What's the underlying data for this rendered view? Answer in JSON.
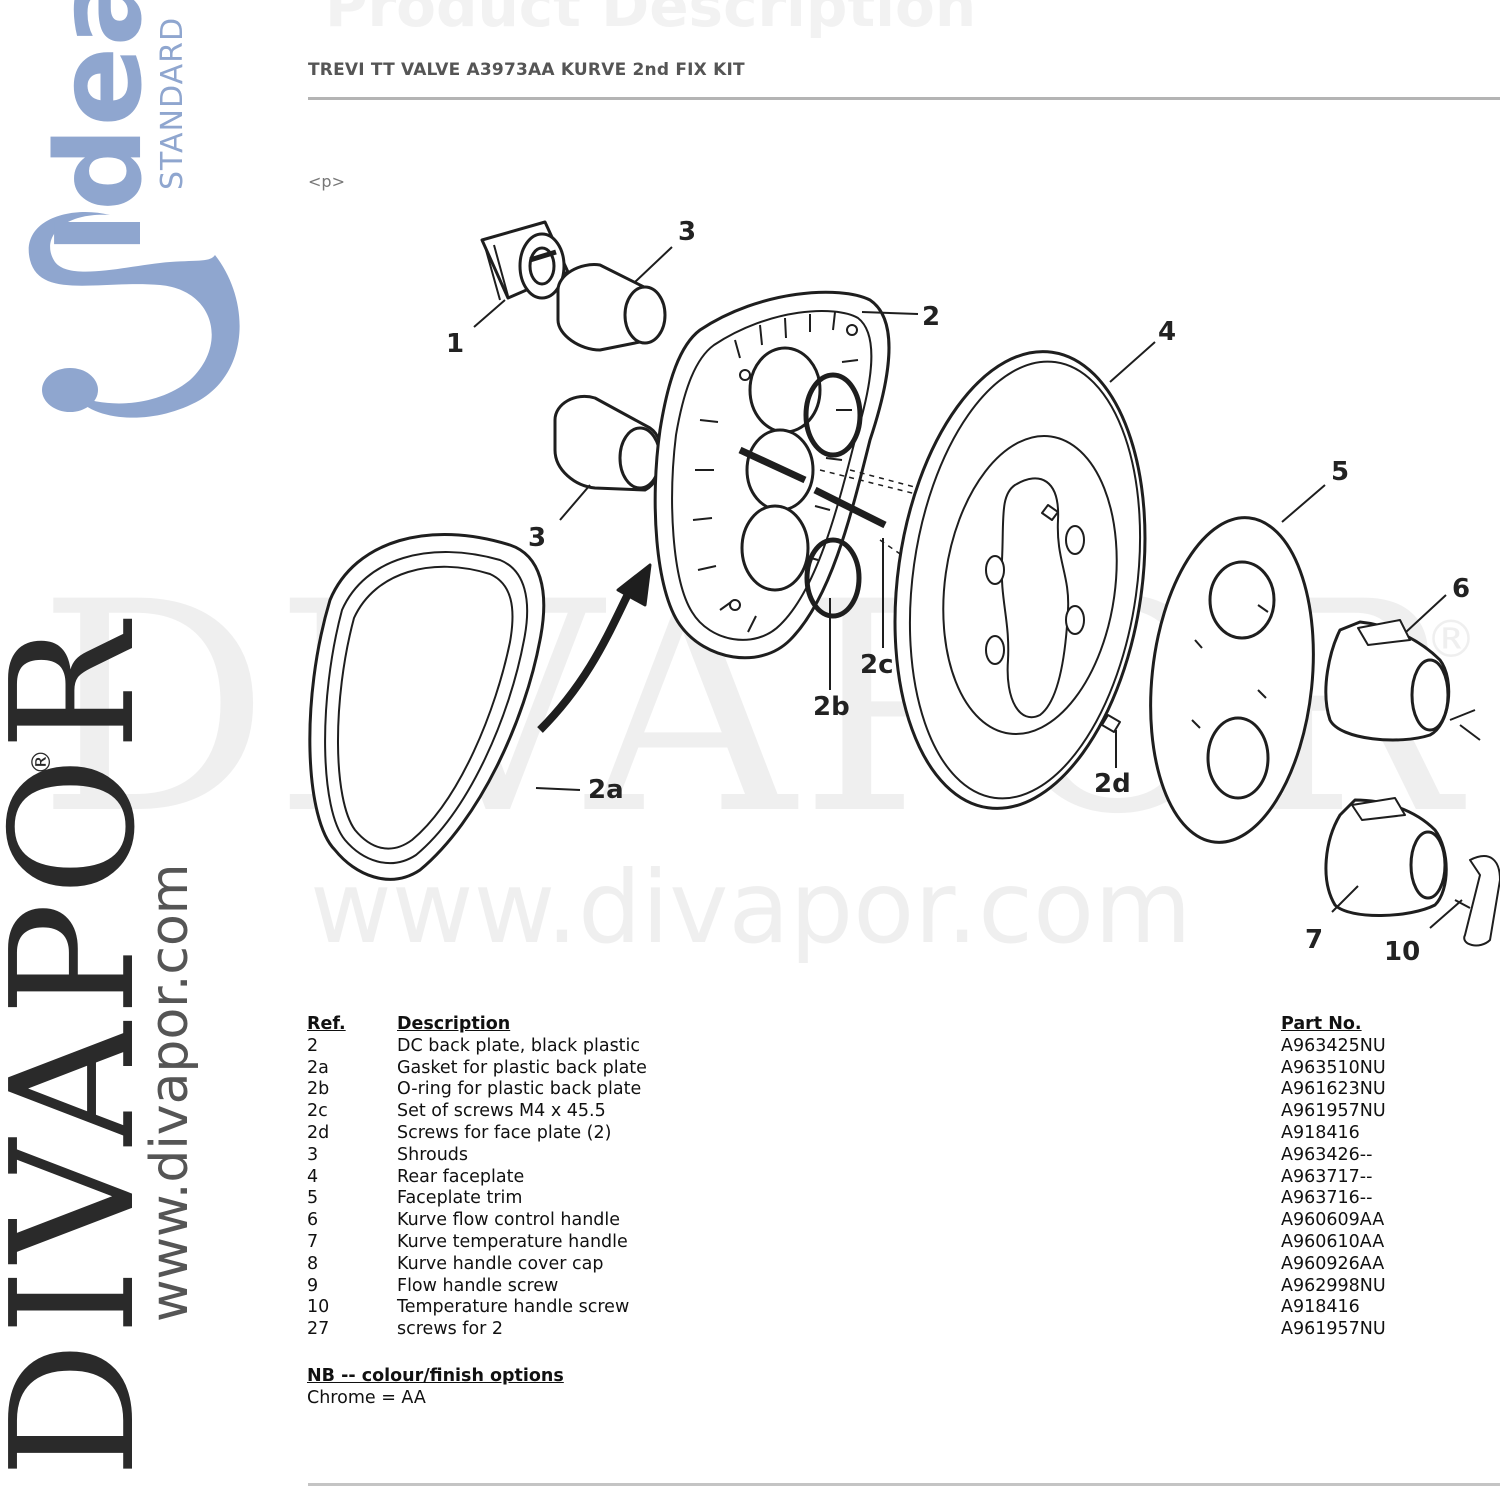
{
  "brand": {
    "ideal_logo_word": "Ideal",
    "ideal_logo_sub": "STANDARD",
    "ideal_logo_color": "#8fa6cf",
    "divapor_vertical": "DIVAPOR",
    "divapor_registered": "®",
    "divapor_url": "www.divapor.com"
  },
  "watermark": {
    "big_text": "DIVAPOR",
    "registered": "®",
    "url": "www.divapor.com"
  },
  "header": {
    "ghost_text": "Product Description",
    "title": "TREVI TT VALVE A3973AA  KURVE 2nd FIX KIT",
    "p_tag": "<p>"
  },
  "diagram": {
    "callouts": {
      "c1": "1",
      "c3a": "3",
      "c3b": "3",
      "c2": "2",
      "c4": "4",
      "c5": "5",
      "c6": "6",
      "c2a": "2a",
      "c2b": "2b",
      "c2c": "2c",
      "c2d": "2d",
      "c7": "7",
      "c10": "10"
    }
  },
  "parts_table": {
    "headers": {
      "ref": "Ref.",
      "description": "Description",
      "part_no": "Part No."
    },
    "rows": [
      {
        "ref": "2",
        "description": "DC back plate, black plastic",
        "part_no": "A963425NU"
      },
      {
        "ref": "2a",
        "description": "Gasket for plastic back plate",
        "part_no": "A963510NU"
      },
      {
        "ref": "2b",
        "description": "O-ring for plastic back plate",
        "part_no": "A961623NU"
      },
      {
        "ref": "2c",
        "description": "Set of screws M4 x 45.5",
        "part_no": "A961957NU"
      },
      {
        "ref": "2d",
        "description": "Screws for face plate (2)",
        "part_no": "A918416"
      },
      {
        "ref": "3",
        "description": "Shrouds",
        "part_no": "A963426--"
      },
      {
        "ref": "4",
        "description": "Rear faceplate",
        "part_no": "A963717--"
      },
      {
        "ref": "5",
        "description": "Faceplate trim",
        "part_no": "A963716--"
      },
      {
        "ref": "6",
        "description": "Kurve flow control handle",
        "part_no": "A960609AA"
      },
      {
        "ref": "7",
        "description": "Kurve temperature handle",
        "part_no": "A960610AA"
      },
      {
        "ref": "8",
        "description": "Kurve handle cover cap",
        "part_no": "A960926AA"
      },
      {
        "ref": "9",
        "description": "Flow handle screw",
        "part_no": "A962998NU"
      },
      {
        "ref": "10",
        "description": "Temperature handle screw",
        "part_no": "A918416"
      },
      {
        "ref": "27",
        "description": "screws for 2",
        "part_no": "A961957NU"
      }
    ]
  },
  "notes": {
    "title": "NB -- colour/finish options",
    "line1": "Chrome = AA"
  }
}
